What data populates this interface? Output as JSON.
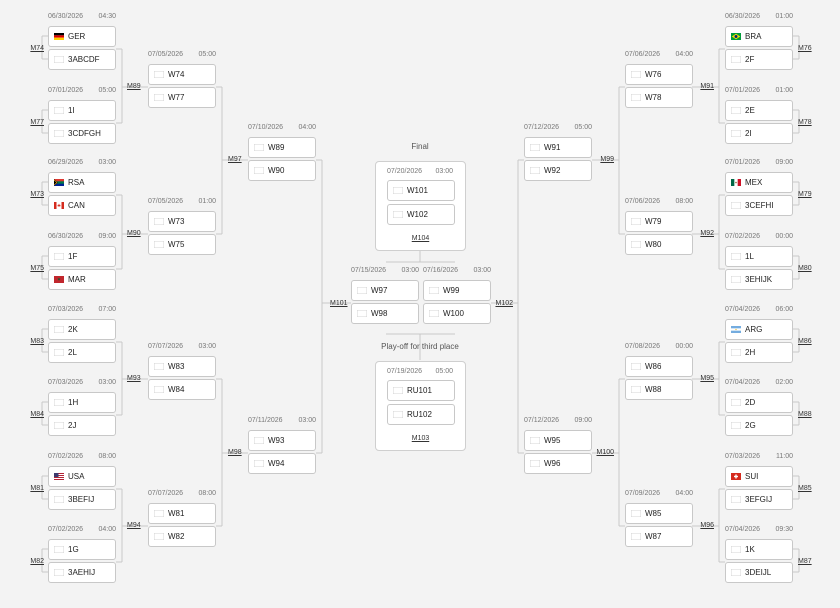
{
  "final": {
    "heading": "Final",
    "date": "07/20/2026",
    "time": "03:00",
    "slots": [
      {
        "label": "W101",
        "flag": "blank"
      },
      {
        "label": "W102",
        "flag": "blank"
      }
    ],
    "label": "M104"
  },
  "third": {
    "heading": "Play-off for third place",
    "date": "07/19/2026",
    "time": "05:00",
    "slots": [
      {
        "label": "RU101",
        "flag": "blank"
      },
      {
        "label": "RU102",
        "flag": "blank"
      }
    ],
    "label": "M103"
  },
  "semis": [
    {
      "date": "07/15/2026",
      "time": "03:00",
      "slots": [
        {
          "label": "W97",
          "flag": "blank"
        },
        {
          "label": "W98",
          "flag": "blank"
        }
      ],
      "label": "M101"
    },
    {
      "date": "07/16/2026",
      "time": "03:00",
      "slots": [
        {
          "label": "W99",
          "flag": "blank"
        },
        {
          "label": "W100",
          "flag": "blank"
        }
      ],
      "label": "M102"
    }
  ],
  "left": {
    "r32": [
      {
        "date": "06/30/2026",
        "time": "04:30",
        "label": "M74",
        "slots": [
          {
            "label": "GER",
            "flag": "ger"
          },
          {
            "label": "3ABCDF",
            "flag": "blank"
          }
        ]
      },
      {
        "date": "07/01/2026",
        "time": "05:00",
        "label": "M77",
        "slots": [
          {
            "label": "1I",
            "flag": "blank"
          },
          {
            "label": "3CDFGH",
            "flag": "blank"
          }
        ]
      },
      {
        "date": "06/29/2026",
        "time": "03:00",
        "label": "M73",
        "slots": [
          {
            "label": "RSA",
            "flag": "rsa"
          },
          {
            "label": "CAN",
            "flag": "can"
          }
        ]
      },
      {
        "date": "06/30/2026",
        "time": "09:00",
        "label": "M75",
        "slots": [
          {
            "label": "1F",
            "flag": "blank"
          },
          {
            "label": "MAR",
            "flag": "mar"
          }
        ]
      },
      {
        "date": "07/03/2026",
        "time": "07:00",
        "label": "M83",
        "slots": [
          {
            "label": "2K",
            "flag": "blank"
          },
          {
            "label": "2L",
            "flag": "blank"
          }
        ]
      },
      {
        "date": "07/03/2026",
        "time": "03:00",
        "label": "M84",
        "slots": [
          {
            "label": "1H",
            "flag": "blank"
          },
          {
            "label": "2J",
            "flag": "blank"
          }
        ]
      },
      {
        "date": "07/02/2026",
        "time": "08:00",
        "label": "M81",
        "slots": [
          {
            "label": "USA",
            "flag": "usa"
          },
          {
            "label": "3BEFIJ",
            "flag": "blank"
          }
        ]
      },
      {
        "date": "07/02/2026",
        "time": "04:00",
        "label": "M82",
        "slots": [
          {
            "label": "1G",
            "flag": "blank"
          },
          {
            "label": "3AEHIJ",
            "flag": "blank"
          }
        ]
      }
    ],
    "r16": [
      {
        "date": "07/05/2026",
        "time": "05:00",
        "label": "M89",
        "slots": [
          {
            "label": "W74",
            "flag": "blank"
          },
          {
            "label": "W77",
            "flag": "blank"
          }
        ]
      },
      {
        "date": "07/05/2026",
        "time": "01:00",
        "label": "M90",
        "slots": [
          {
            "label": "W73",
            "flag": "blank"
          },
          {
            "label": "W75",
            "flag": "blank"
          }
        ]
      },
      {
        "date": "07/07/2026",
        "time": "03:00",
        "label": "M93",
        "slots": [
          {
            "label": "W83",
            "flag": "blank"
          },
          {
            "label": "W84",
            "flag": "blank"
          }
        ]
      },
      {
        "date": "07/07/2026",
        "time": "08:00",
        "label": "M94",
        "slots": [
          {
            "label": "W81",
            "flag": "blank"
          },
          {
            "label": "W82",
            "flag": "blank"
          }
        ]
      }
    ],
    "qf": [
      {
        "date": "07/10/2026",
        "time": "04:00",
        "label": "M97",
        "slots": [
          {
            "label": "W89",
            "flag": "blank"
          },
          {
            "label": "W90",
            "flag": "blank"
          }
        ]
      },
      {
        "date": "07/11/2026",
        "time": "03:00",
        "label": "M98",
        "slots": [
          {
            "label": "W93",
            "flag": "blank"
          },
          {
            "label": "W94",
            "flag": "blank"
          }
        ]
      }
    ]
  },
  "right": {
    "r32": [
      {
        "date": "06/30/2026",
        "time": "01:00",
        "label": "M76",
        "slots": [
          {
            "label": "BRA",
            "flag": "bra"
          },
          {
            "label": "2F",
            "flag": "blank"
          }
        ]
      },
      {
        "date": "07/01/2026",
        "time": "01:00",
        "label": "M78",
        "slots": [
          {
            "label": "2E",
            "flag": "blank"
          },
          {
            "label": "2I",
            "flag": "blank"
          }
        ]
      },
      {
        "date": "07/01/2026",
        "time": "09:00",
        "label": "M79",
        "slots": [
          {
            "label": "MEX",
            "flag": "mex"
          },
          {
            "label": "3CEFHI",
            "flag": "blank"
          }
        ]
      },
      {
        "date": "07/02/2026",
        "time": "00:00",
        "label": "M80",
        "slots": [
          {
            "label": "1L",
            "flag": "blank"
          },
          {
            "label": "3EHIJK",
            "flag": "blank"
          }
        ]
      },
      {
        "date": "07/04/2026",
        "time": "06:00",
        "label": "M86",
        "slots": [
          {
            "label": "ARG",
            "flag": "arg"
          },
          {
            "label": "2H",
            "flag": "blank"
          }
        ]
      },
      {
        "date": "07/04/2026",
        "time": "02:00",
        "label": "M88",
        "slots": [
          {
            "label": "2D",
            "flag": "blank"
          },
          {
            "label": "2G",
            "flag": "blank"
          }
        ]
      },
      {
        "date": "07/03/2026",
        "time": "11:00",
        "label": "M85",
        "slots": [
          {
            "label": "SUI",
            "flag": "sui"
          },
          {
            "label": "3EFGIJ",
            "flag": "blank"
          }
        ]
      },
      {
        "date": "07/04/2026",
        "time": "09:30",
        "label": "M87",
        "slots": [
          {
            "label": "1K",
            "flag": "blank"
          },
          {
            "label": "3DEIJL",
            "flag": "blank"
          }
        ]
      }
    ],
    "r16": [
      {
        "date": "07/06/2026",
        "time": "04:00",
        "label": "M91",
        "slots": [
          {
            "label": "W76",
            "flag": "blank"
          },
          {
            "label": "W78",
            "flag": "blank"
          }
        ]
      },
      {
        "date": "07/06/2026",
        "time": "08:00",
        "label": "M92",
        "slots": [
          {
            "label": "W79",
            "flag": "blank"
          },
          {
            "label": "W80",
            "flag": "blank"
          }
        ]
      },
      {
        "date": "07/08/2026",
        "time": "00:00",
        "label": "M95",
        "slots": [
          {
            "label": "W86",
            "flag": "blank"
          },
          {
            "label": "W88",
            "flag": "blank"
          }
        ]
      },
      {
        "date": "07/09/2026",
        "time": "04:00",
        "label": "M96",
        "slots": [
          {
            "label": "W85",
            "flag": "blank"
          },
          {
            "label": "W87",
            "flag": "blank"
          }
        ]
      }
    ],
    "qf": [
      {
        "date": "07/12/2026",
        "time": "05:00",
        "label": "M99",
        "slots": [
          {
            "label": "W91",
            "flag": "blank"
          },
          {
            "label": "W92",
            "flag": "blank"
          }
        ]
      },
      {
        "date": "07/12/2026",
        "time": "09:00",
        "label": "M100",
        "slots": [
          {
            "label": "W95",
            "flag": "blank"
          },
          {
            "label": "W96",
            "flag": "blank"
          }
        ]
      }
    ]
  }
}
